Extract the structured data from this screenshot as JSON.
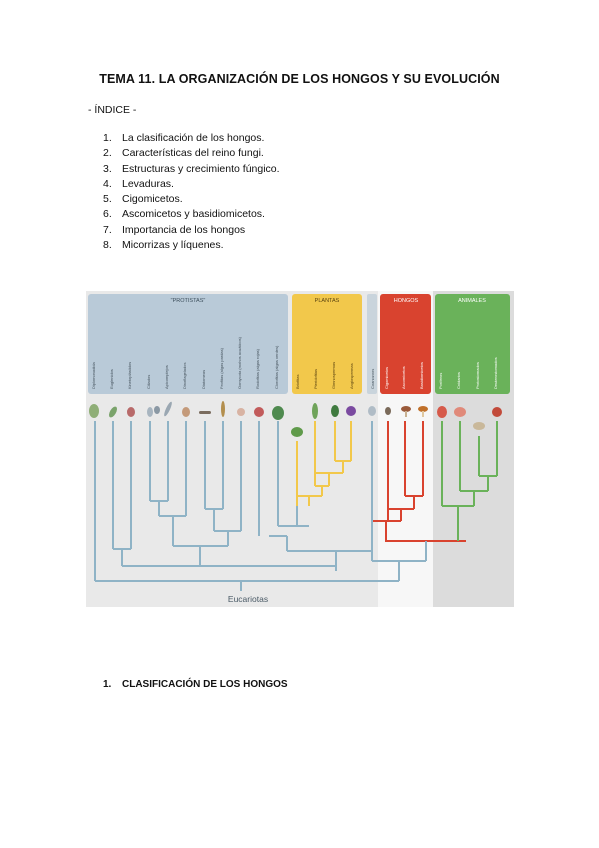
{
  "document": {
    "title": "TEMA 11. LA ORGANIZACIÓN DE LOS HONGOS Y SU EVOLUCIÓN",
    "index_label": "- ÍNDICE -",
    "toc": [
      {
        "num": "1.",
        "text": "La clasificación de los hongos."
      },
      {
        "num": "2.",
        "text": "Características del reino fungi."
      },
      {
        "num": "3.",
        "text": "Estructuras y crecimiento fúngico."
      },
      {
        "num": "4.",
        "text": "Levaduras."
      },
      {
        "num": "5.",
        "text": "Cigomicetos."
      },
      {
        "num": "6.",
        "text": "Ascomicetos y basidiomicetos."
      },
      {
        "num": "7.",
        "text": "Importancia de los hongos"
      },
      {
        "num": "8.",
        "text": "Micorrizas y líquenes."
      }
    ],
    "section_heading": {
      "num": "1.",
      "text": "CLASIFICACIÓN DE LOS HONGOS"
    }
  },
  "figure": {
    "groups": {
      "protists": "\"PROTISTAS\"",
      "plants": "PLANTAS",
      "fungi": "HONGOS",
      "animals": "ANIMALES"
    },
    "root_label": "Eucariotas",
    "taxa": {
      "protists": [
        "Diplomonadida",
        "Euglenidos",
        "Kinetoplástidos",
        "Ciliados",
        "Apicomplejos",
        "Dinoflagelados",
        "Diatomeas",
        "Feofitas (algas pardas)",
        "Oomycota (mohos acuáticos)",
        "Rodofitas (algas rojas)",
        "Clorofitas (algas verdes)"
      ],
      "plants": [
        "Briofitas",
        "Pteridofitas",
        "Gimnospermas",
        "Angiospermas"
      ],
      "fungi": [
        "Coanozoos",
        "Cigomicetos",
        "Ascomicetos",
        "Basidiomicetos"
      ],
      "animals": [
        "Poríferos",
        "Cnidarios",
        "Protostomados",
        "Deuterostomados"
      ]
    },
    "colors": {
      "protists": "#b9cad8",
      "plants": "#f2c84b",
      "fungi": "#d9432f",
      "animals": "#6ab25a",
      "tree": "#8fb3c6",
      "background": "#e8e8e8"
    }
  }
}
